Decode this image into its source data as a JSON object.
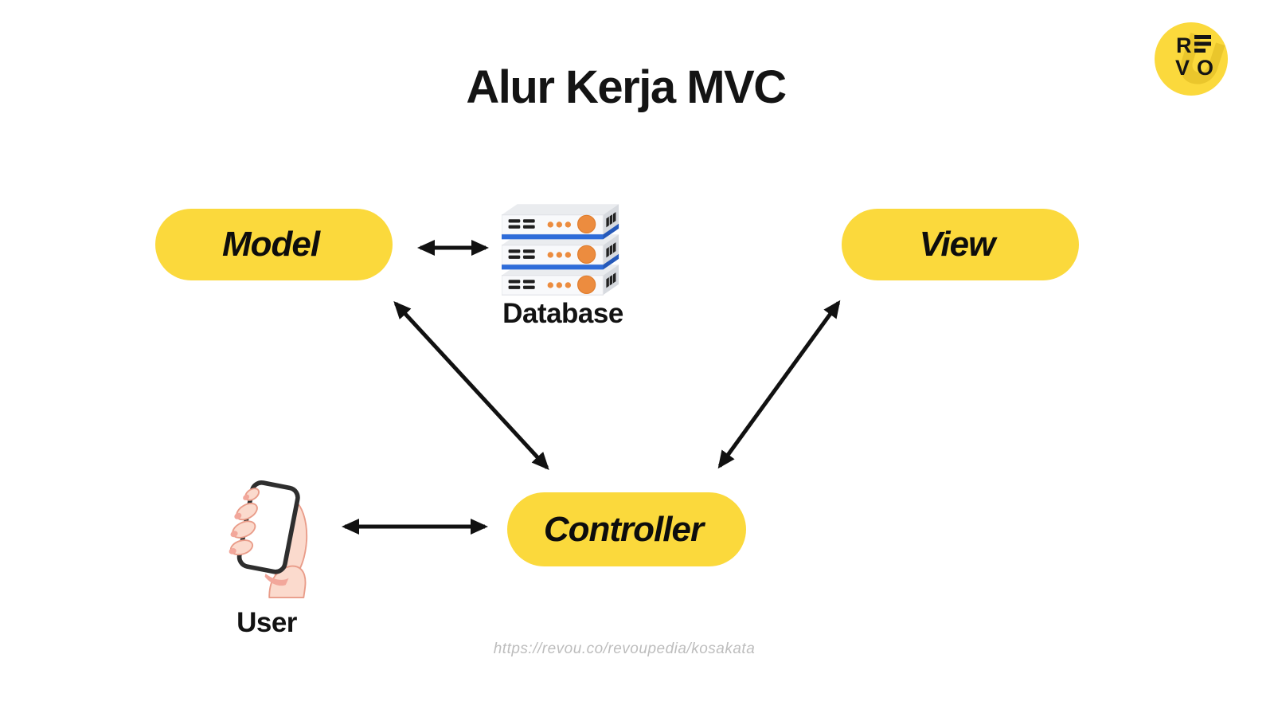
{
  "title": "Alur Kerja MVC",
  "logo": {
    "top_left": "R",
    "bottom_left": "V",
    "bottom_right": "O"
  },
  "nodes": {
    "model": {
      "label": "Model"
    },
    "database": {
      "label": "Database"
    },
    "view": {
      "label": "View"
    },
    "controller": {
      "label": "Controller"
    },
    "user": {
      "label": "User"
    }
  },
  "footer": {
    "url": "https://revou.co/revoupedia/kosakata"
  },
  "colors": {
    "accent_yellow": "#FBD93C",
    "text_black": "#141414",
    "arrow_black": "#111111",
    "server_orange": "#EC8C3F",
    "server_blue": "#2E6CD9",
    "hand_skin": "#FBDACD",
    "hand_outline": "#E99C89",
    "url_gray": "#BDBDBD"
  }
}
